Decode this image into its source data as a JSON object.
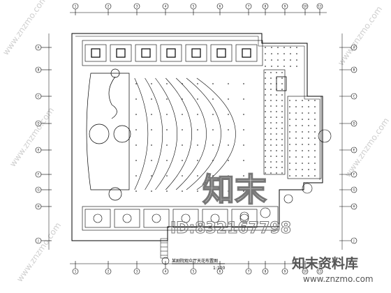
{
  "drawing": {
    "title": "某剧院观众厅天花布置图",
    "scale_note": "1:100"
  },
  "grid": {
    "top_labels": [
      "1",
      "2",
      "3",
      "4",
      "5",
      "6",
      "7",
      "8",
      "9",
      "10",
      "11"
    ],
    "side_labels": [
      "A",
      "B",
      "C",
      "D",
      "E",
      "F",
      "G",
      "H",
      "J"
    ]
  },
  "watermark": {
    "logo_text": "知末",
    "id_text": "ID:832167798",
    "brand_cn": "知末资料库",
    "brand_url": "www.znzmo.com",
    "repeat_text": "www.znzmo.com"
  },
  "colors": {
    "line": "#000000",
    "background": "#ffffff",
    "watermark": "#9a9a9a"
  }
}
